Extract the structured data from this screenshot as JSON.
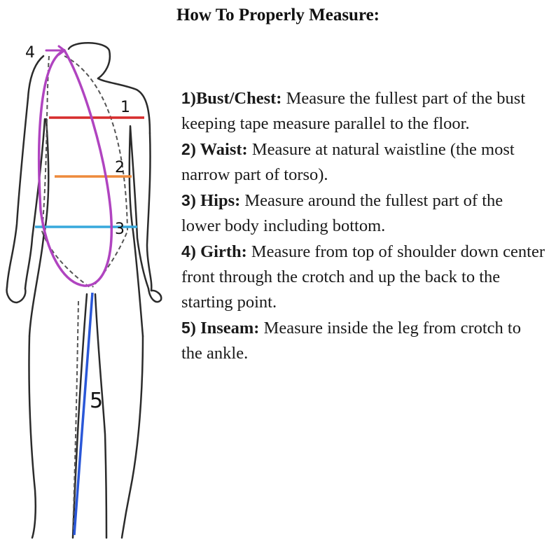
{
  "title": "How To Properly Measure:",
  "figure": {
    "markers": {
      "bust": "1",
      "waist": "2",
      "hips": "3",
      "girth": "4",
      "inseam": "5"
    },
    "colors": {
      "bust": "#d62c2c",
      "waist": "#ee8a3c",
      "hips": "#37a9dc",
      "girth": "#b044c0",
      "inseam": "#2a57d8",
      "outline": "#2b2b2b"
    }
  },
  "instructions": [
    {
      "num": "1",
      "label": ")Bust/Chest:",
      "text": " Measure the fullest part of the bust keeping tape measure parallel to the floor."
    },
    {
      "num": "2",
      "label": ") Waist:",
      "text": " Measure at natural waistline (the most narrow part of torso)."
    },
    {
      "num": "3",
      "label": ") Hips:",
      "text": " Measure around the fullest part of the lower body including bottom."
    },
    {
      "num": "4",
      "label": ") Girth:",
      "text": " Measure from top of shoulder down center front through the crotch and up the back to the starting point."
    },
    {
      "num": "5",
      "label": ") Inseam:",
      "text": " Measure inside the leg from crotch to the ankle."
    }
  ]
}
